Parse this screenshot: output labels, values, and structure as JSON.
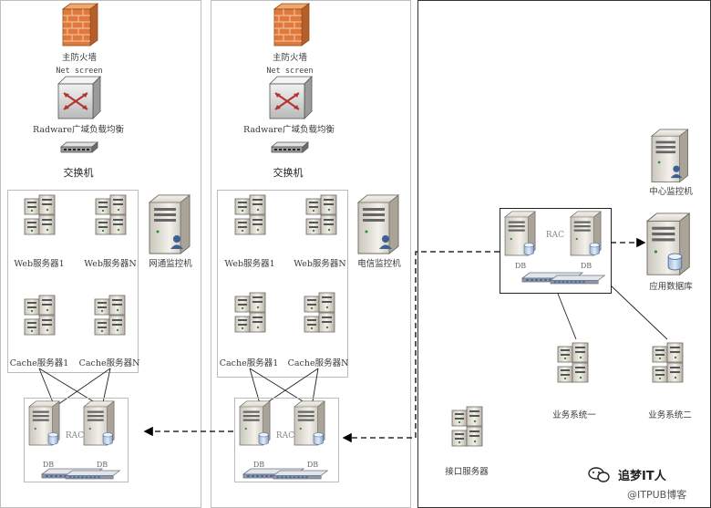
{
  "left": {
    "firewall": {
      "line1": "主防火墙",
      "line2": "Net screen"
    },
    "loadbalancer": "Radware广域负载均衡",
    "switch": "交换机",
    "web1": "Web服务器1",
    "webN": "Web服务器N",
    "cache1": "Cache服务器1",
    "cacheN": "Cache服务器N",
    "monitor": "网通监控机",
    "rac": "RAC",
    "db1": "DB",
    "db2": "DB"
  },
  "middle": {
    "firewall": {
      "line1": "主防火墙",
      "line2": "Net screen"
    },
    "loadbalancer": "Radware广域负载均衡",
    "switch": "交换机",
    "web1": "Web服务器1",
    "webN": "Web服务器N",
    "cache1": "Cache服务器1",
    "cacheN": "Cache服务器N",
    "monitor": "电信监控机",
    "rac": "RAC",
    "db1": "DB",
    "db2": "DB"
  },
  "right": {
    "central_monitor": "中心监控机",
    "app_db": "应用数据库",
    "rac": "RAC",
    "db1": "DB",
    "db2": "DB",
    "biz1": "业务系统一",
    "biz2": "业务系统二",
    "interface": "接口服务器"
  },
  "watermark": {
    "line1": "追梦IT人",
    "line2": "@ITPUB博客"
  }
}
